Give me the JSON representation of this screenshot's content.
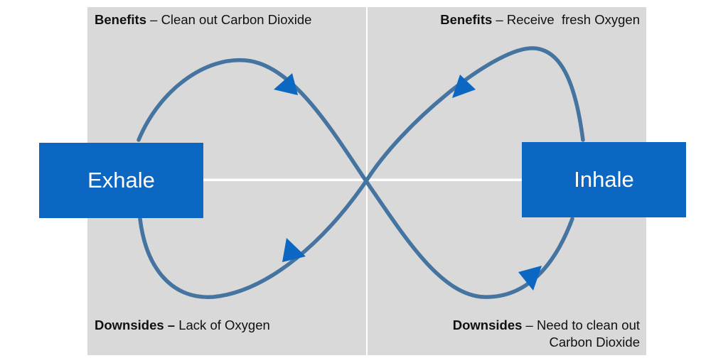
{
  "colors": {
    "quadrant_bg": "#d9d9d9",
    "box_fill": "#0b67c2",
    "curve": "#44749f",
    "arrow": "#0b67c2"
  },
  "nodes": {
    "exhale": "Exhale",
    "inhale": "Inhale"
  },
  "captions": {
    "top_left": {
      "bold": "Benefits",
      "rest": " – Clean out Carbon Dioxide"
    },
    "top_right": {
      "bold": "Benefits",
      "rest": " – Receive  fresh Oxygen"
    },
    "bottom_left": {
      "bold": "Downsides –",
      "rest": " Lack of Oxygen"
    },
    "bottom_right": {
      "bold": "Downsides",
      "rest": " – Need to clean out",
      "line2": "Carbon Dioxide"
    }
  }
}
